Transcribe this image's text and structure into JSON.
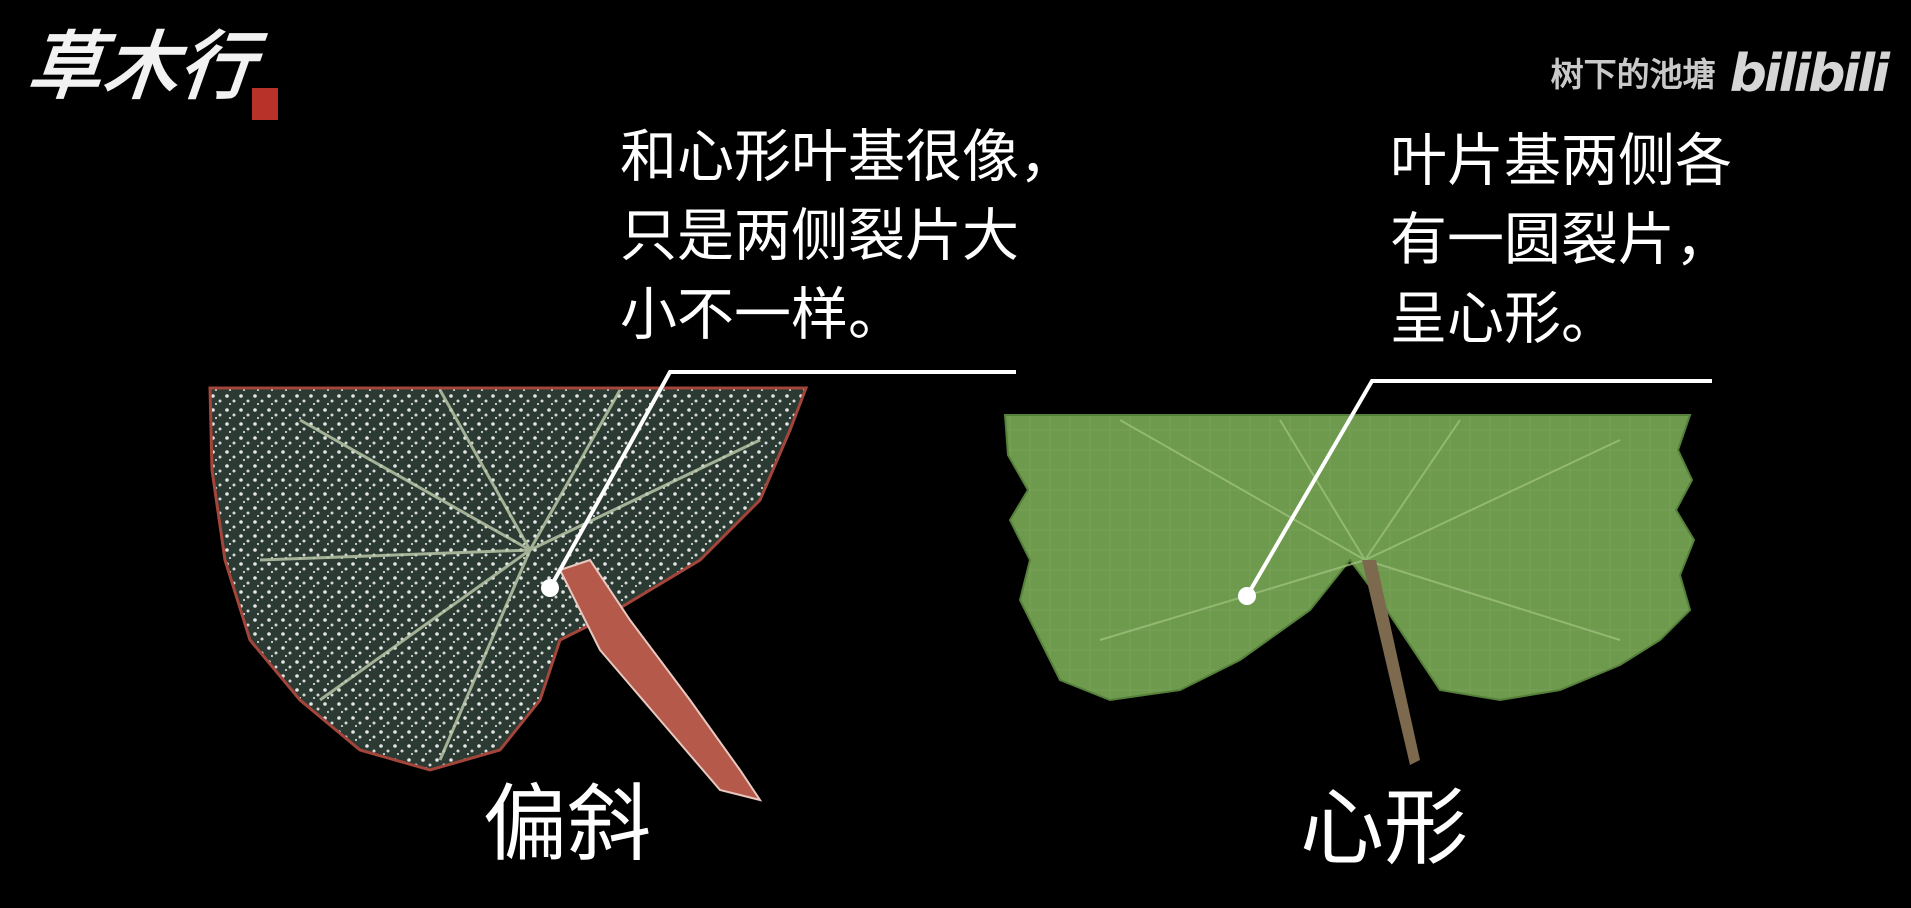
{
  "header": {
    "logo_text": "草木行",
    "channel_name": "树下的池塘",
    "platform_logo": "bilibili"
  },
  "left_panel": {
    "caption_lines": [
      "和心形叶基很像，",
      "只是两侧裂片大",
      "小不一样。"
    ],
    "label": "偏斜",
    "leaf_colors": {
      "dark": "#2b3a32",
      "speckle": "#e6e6e6",
      "petiole": "#b5594a"
    }
  },
  "right_panel": {
    "caption_lines": [
      "叶片基两侧各",
      "有一圆裂片，",
      "呈心形。"
    ],
    "label": "心形",
    "leaf_colors": {
      "blade": "#6e9a4e",
      "vein": "#8fb56f",
      "petiole": "#7d6a4e"
    }
  }
}
